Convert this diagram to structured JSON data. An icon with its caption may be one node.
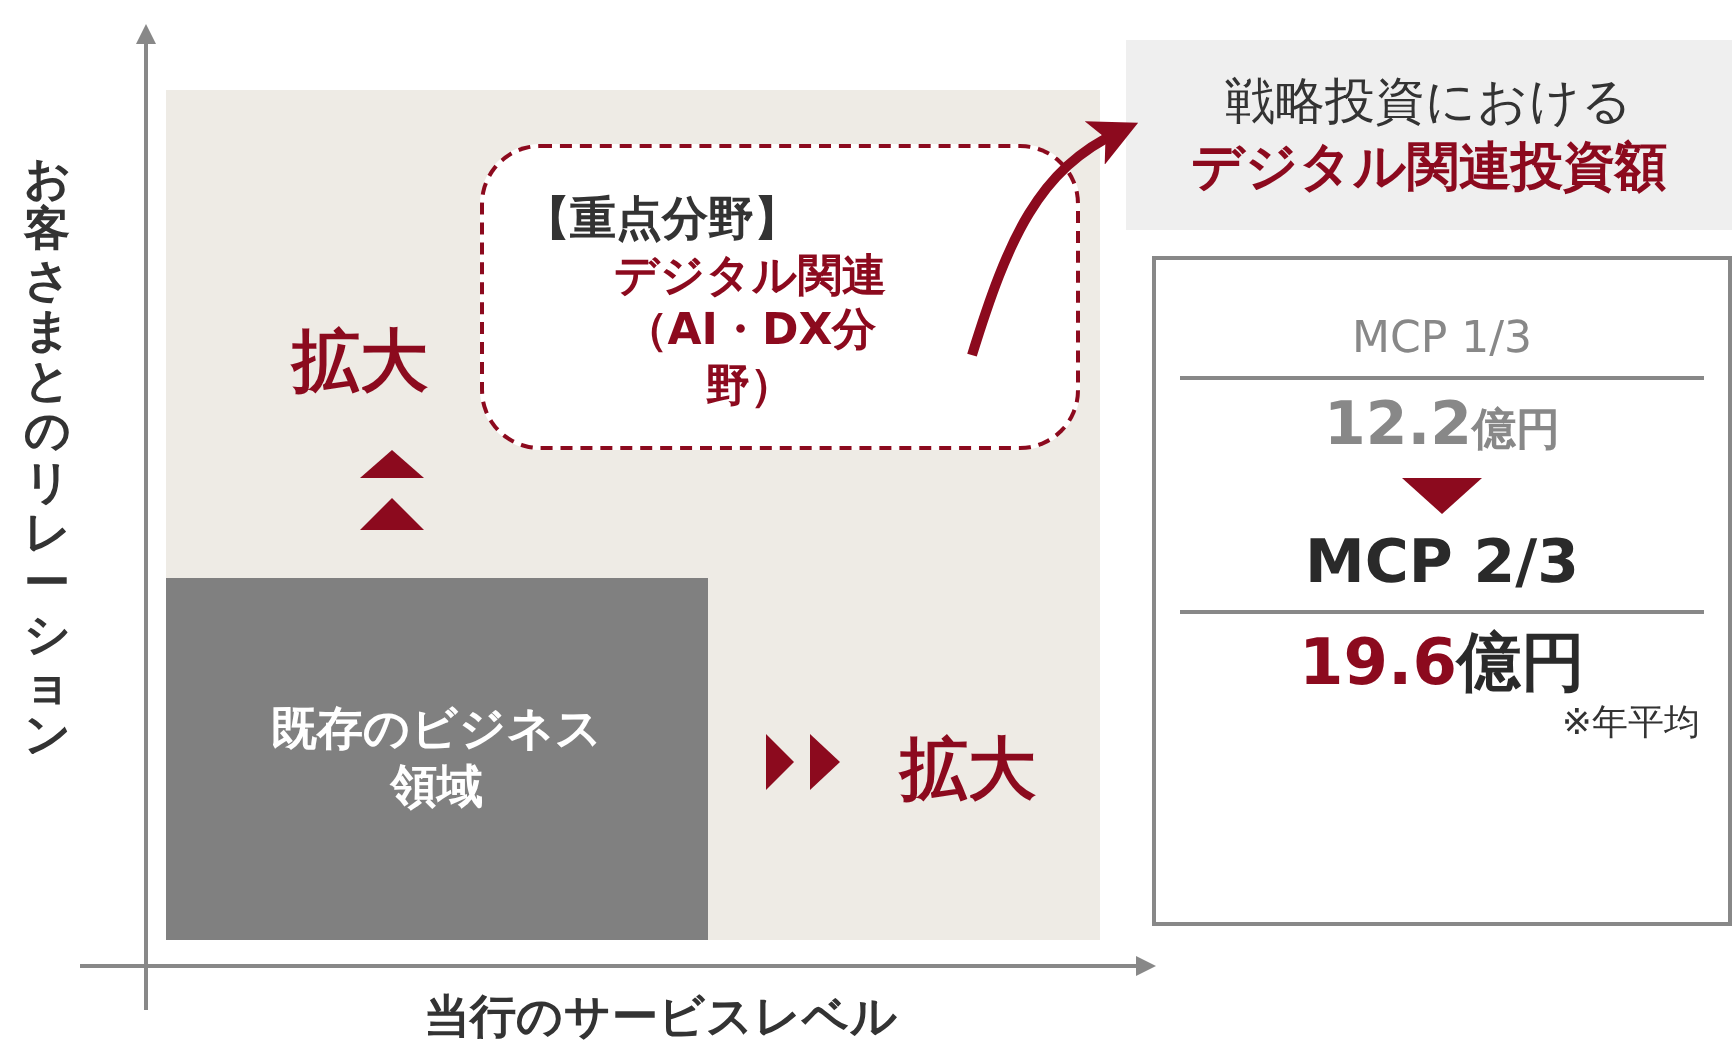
{
  "diagram": {
    "nodes": [
      {
        "text": [
          "【重点分野】",
          "デジタル関連（AI・DX分野）"
        ]
      },
      {
        "text": [
          "戦略投資における",
          "デジタル関連投資額"
        ]
      },
      {
        "text": [
          "MCP 1/3",
          "12.2億円",
          "MCP 2/3",
          "19.6億円",
          "※年平均"
        ]
      },
      {
        "text": [
          "既存のビジネス領域"
        ]
      }
    ],
    "edges": [
      {
        "from": 0,
        "to": 1,
        "arrow": "to",
        "color": "#8c0a1e"
      }
    ],
    "labels": [
      "お客さまとのリレーション",
      "拡大",
      "拡大",
      "当行のサービスレベル"
    ]
  }
}
